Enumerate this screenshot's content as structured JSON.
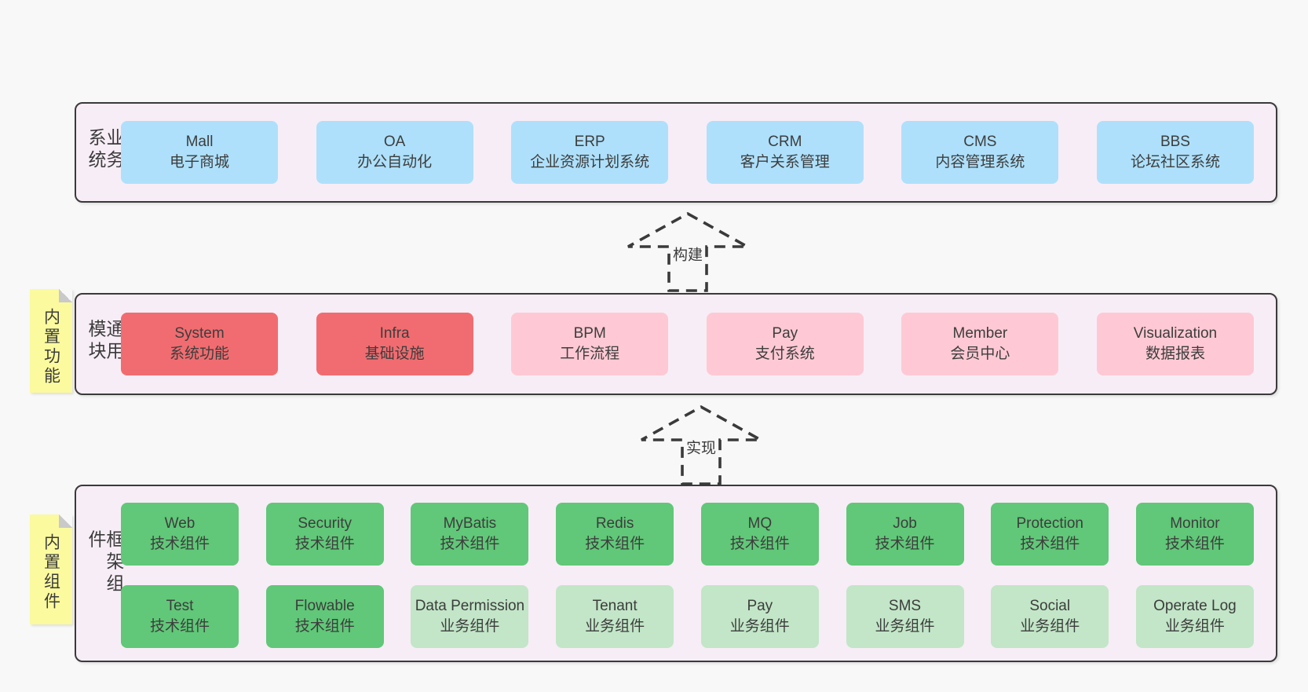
{
  "colors": {
    "page_background": "#f8f8f8",
    "layer_background": "#f7edf6",
    "layer_border": "#3a3a3a",
    "business_box": "#aee0fb",
    "core_module_box": "#f16c70",
    "optional_module_box": "#fec9d4",
    "tech_component_box": "#60c878",
    "biz_component_box": "#c2e6c7",
    "note_background": "#fbfa9e",
    "note_fold": "#c9c9c9",
    "text": "#3b3b3b"
  },
  "arrows": [
    {
      "label": "构建"
    },
    {
      "label": "实现"
    }
  ],
  "notes": [
    {
      "text": "内置功能"
    },
    {
      "text": "内置组件"
    }
  ],
  "layers": [
    {
      "label": "业务系统",
      "boxes": [
        {
          "name": "Mall",
          "desc": "电子商城"
        },
        {
          "name": "OA",
          "desc": "办公自动化"
        },
        {
          "name": "ERP",
          "desc": "企业资源计划系统"
        },
        {
          "name": "CRM",
          "desc": "客户关系管理"
        },
        {
          "name": "CMS",
          "desc": "内容管理系统"
        },
        {
          "name": "BBS",
          "desc": "论坛社区系统"
        }
      ]
    },
    {
      "label": "通用模块",
      "boxes": [
        {
          "name": "System",
          "desc": "系统功能"
        },
        {
          "name": "Infra",
          "desc": "基础设施"
        },
        {
          "name": "BPM",
          "desc": "工作流程"
        },
        {
          "name": "Pay",
          "desc": "支付系统"
        },
        {
          "name": "Member",
          "desc": "会员中心"
        },
        {
          "name": "Visualization",
          "desc": "数据报表"
        }
      ]
    },
    {
      "label": "框架组件",
      "rows": [
        [
          {
            "name": "Web",
            "desc": "技术组件"
          },
          {
            "name": "Security",
            "desc": "技术组件"
          },
          {
            "name": "MyBatis",
            "desc": "技术组件"
          },
          {
            "name": "Redis",
            "desc": "技术组件"
          },
          {
            "name": "MQ",
            "desc": "技术组件"
          },
          {
            "name": "Job",
            "desc": "技术组件"
          },
          {
            "name": "Protection",
            "desc": "技术组件"
          },
          {
            "name": "Monitor",
            "desc": "技术组件"
          }
        ],
        [
          {
            "name": "Test",
            "desc": "技术组件"
          },
          {
            "name": "Flowable",
            "desc": "技术组件"
          },
          {
            "name": "Data Permission",
            "desc": "业务组件"
          },
          {
            "name": "Tenant",
            "desc": "业务组件"
          },
          {
            "name": "Pay",
            "desc": "业务组件"
          },
          {
            "name": "SMS",
            "desc": "业务组件"
          },
          {
            "name": "Social",
            "desc": "业务组件"
          },
          {
            "name": "Operate Log",
            "desc": "业务组件"
          }
        ]
      ]
    }
  ]
}
